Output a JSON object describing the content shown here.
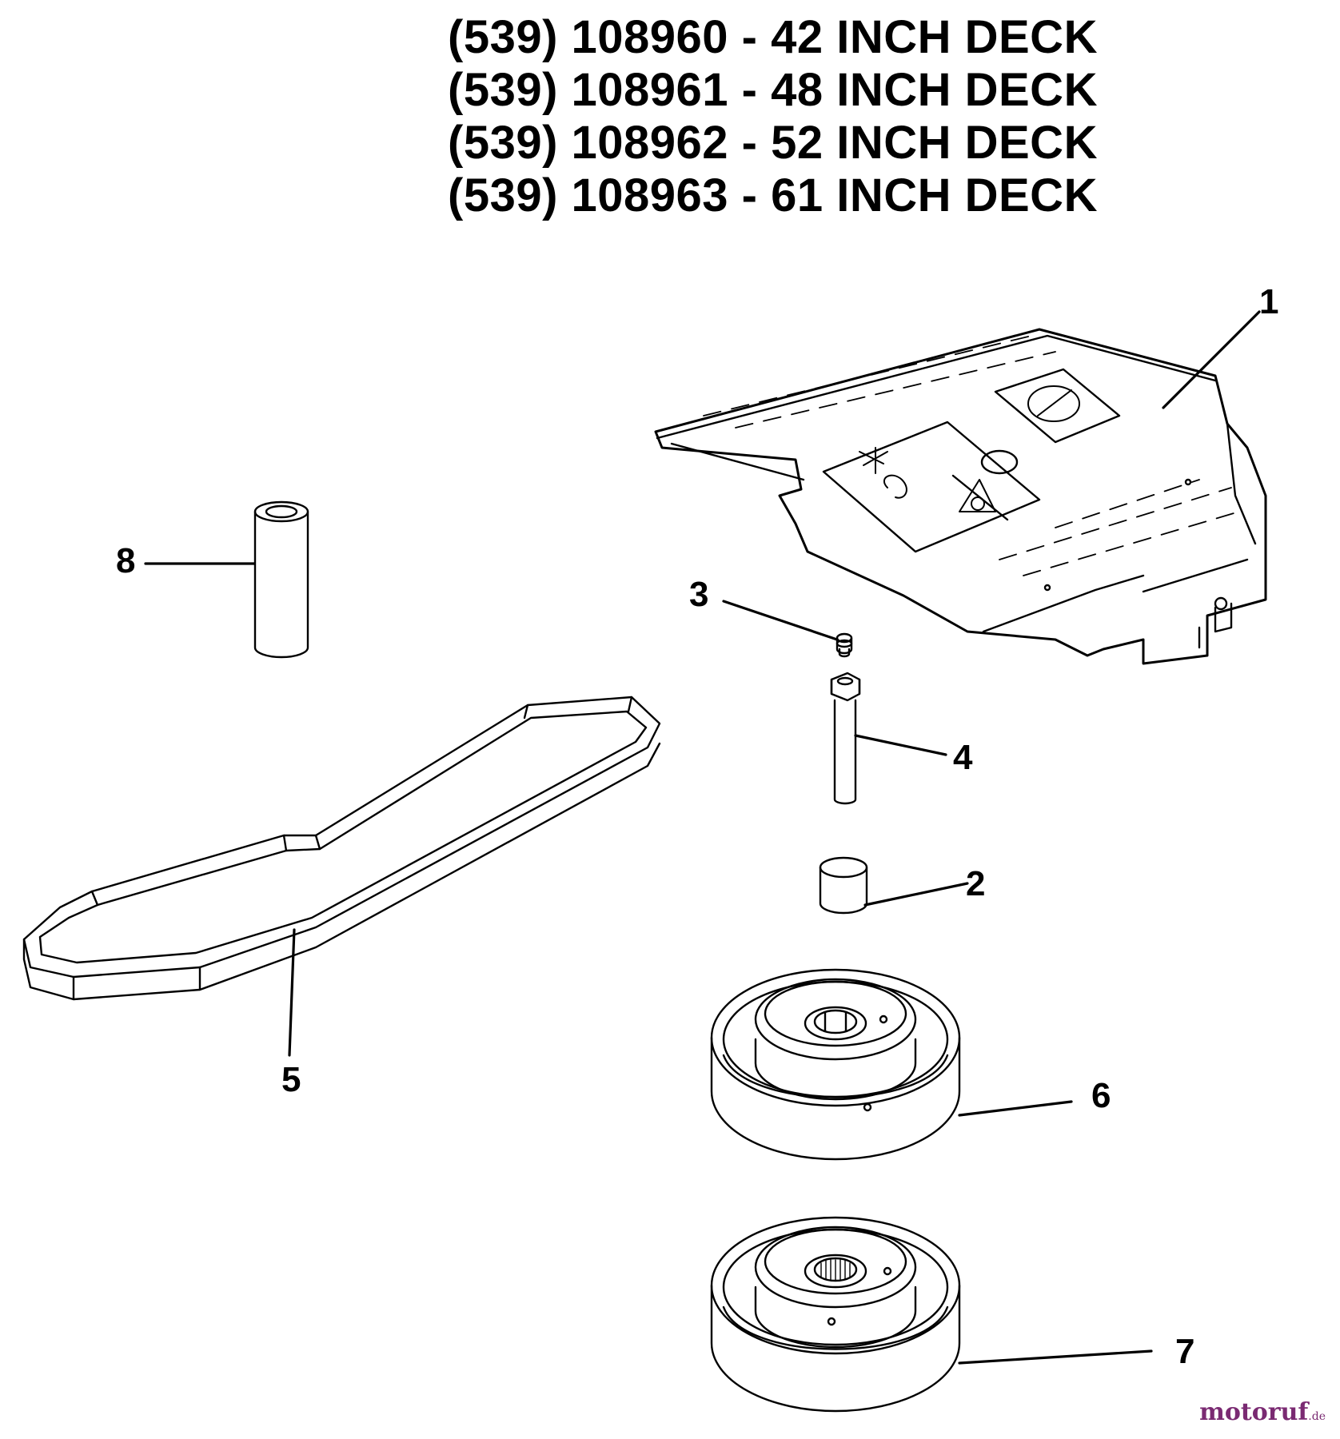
{
  "title_lines": [
    "(539) 108960 - 42 INCH DECK",
    "(539) 108961 - 48 INCH DECK",
    "(539) 108962 - 52 INCH DECK",
    "(539) 108963 - 61 INCH DECK"
  ],
  "callouts": {
    "c1": "1",
    "c2": "2",
    "c3": "3",
    "c4": "4",
    "c5": "5",
    "c6": "6",
    "c7": "7",
    "c8": "8"
  },
  "watermark": {
    "main": "motoruf",
    "suffix": ".de"
  }
}
